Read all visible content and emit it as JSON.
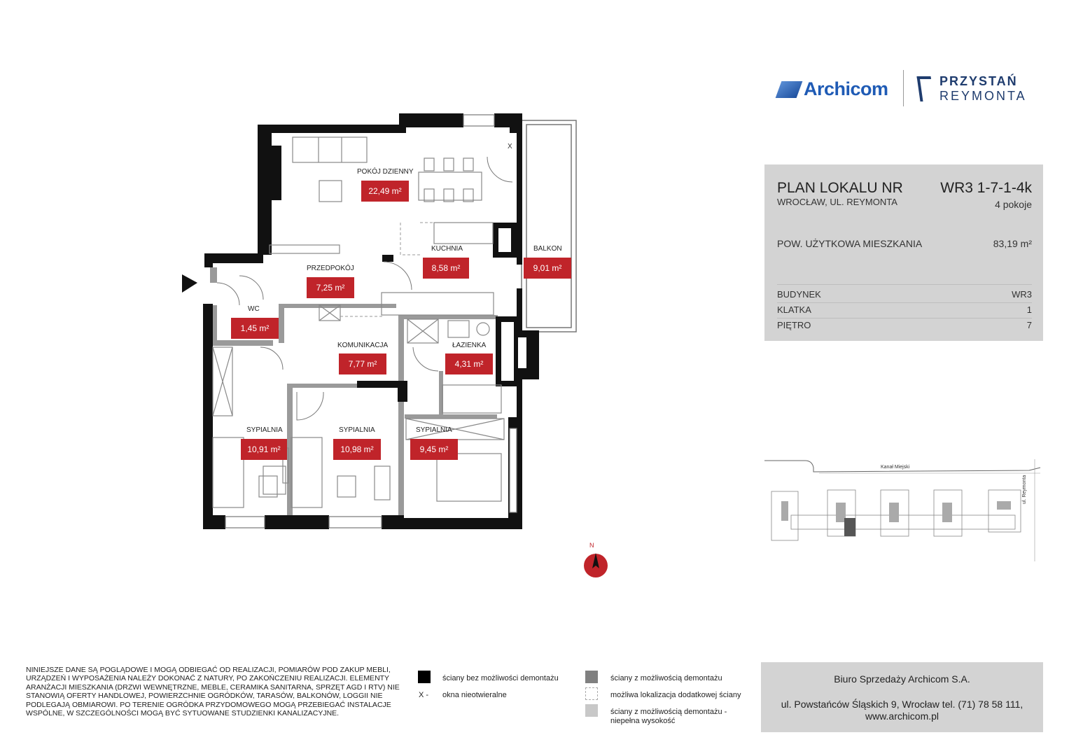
{
  "branding": {
    "archicom": "Archicom",
    "przystan_line1": "PRZYSTAŃ",
    "przystan_line2": "REYMONTA"
  },
  "info": {
    "title": "PLAN LOKALU NR",
    "unit_no": "WR3 1-7-1-4k",
    "address": "WROCŁAW, UL. REYMONTA",
    "rooms": "4 pokoje",
    "usable_area_label": "POW. UŻYTKOWA MIESZKANIA",
    "usable_area_value": "83,19 m²",
    "building_label": "BUDYNEK",
    "building_value": "WR3",
    "stair_label": "KLATKA",
    "stair_value": "1",
    "floor_label": "PIĘTRO",
    "floor_value": "7"
  },
  "rooms": [
    {
      "name": "POKÓJ DZIENNY",
      "area": "22,49 m²"
    },
    {
      "name": "KUCHNIA",
      "area": "8,58 m²"
    },
    {
      "name": "BALKON",
      "area": "9,01 m²"
    },
    {
      "name": "PRZEDPOKÓJ",
      "area": "7,25 m²"
    },
    {
      "name": "WC",
      "area": "1,45 m²"
    },
    {
      "name": "KOMUNIKACJA",
      "area": "7,77 m²"
    },
    {
      "name": "ŁAZIENKA",
      "area": "4,31 m²"
    },
    {
      "name": "SYPIALNIA",
      "area": "10,91 m²"
    },
    {
      "name": "SYPIALNIA",
      "area": "10,98 m²"
    },
    {
      "name": "SYPIALNIA",
      "area": "9,45 m²"
    }
  ],
  "window_marker": "X",
  "compass_label": "N",
  "site_map": {
    "canal": "Kanał Miejski",
    "street": "ul. Reymonta"
  },
  "disclaimer": "NINIEJSZE DANE SĄ POGLĄDOWE I MOGĄ ODBIEGAĆ OD REALIZACJI, POMIARÓW POD ZAKUP MEBLI, URZĄDZEŃ I WYPOSAŻENIA NALEŻY DOKONAĆ Z NATURY, PO ZAKOŃCZENIU REALIZACJI. ELEMENTY ARANŻACJI MIESZKANIA (DRZWI WEWNĘTRZNE, MEBLE, CERAMIKA SANITARNA, SPRZĘT AGD I RTV) NIE STANOWIĄ OFERTY HANDLOWEJ, POWIERZCHNIE OGRÓDKÓW, TARASÓW, BALKONÓW, LOGGII NIE PODLEGAJĄ OBMIAROWI. PO TERENIE OGRÓDKA PRZYDOMOWEGO MOGĄ PRZEBIEGAĆ INSTALACJE WSPÓLNE, W SZCZEGÓLNOŚCI MOGĄ BYĆ SYTUOWANE STUDZIENKI KANALIZACYJNE.",
  "legend": {
    "fixed_walls": "ściany bez możliwości demontażu",
    "window_x_mark": "X -",
    "non_opening_windows": "okna nieotwieralne",
    "removable_walls": "ściany z możliwością demontażu",
    "possible_wall": "możliwa lokalizacja dodatkowej ściany",
    "partial_walls_1": "ściany z możliwością demontażu -",
    "partial_walls_2": "niepełna wysokość",
    "colors": {
      "fixed": "#000000",
      "removable": "#808080",
      "partial": "#c8c8c8"
    }
  },
  "sales": {
    "office": "Biuro Sprzedaży Archicom S.A.",
    "address": "ul. Powstańców Śląskich 9, Wrocław  tel. (71) 78 58 111,",
    "web": "www.archicom.pl"
  },
  "accent_color": "#c0242a"
}
